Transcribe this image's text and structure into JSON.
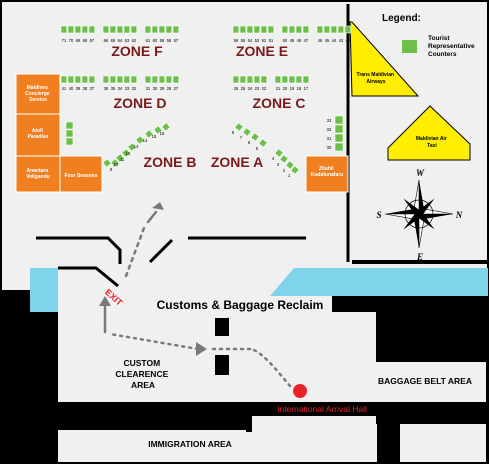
{
  "legend": {
    "title": "Legend:",
    "item_label": "Tourist Representative Counters",
    "item_label_lines": [
      "Tourist",
      "Representative",
      "Counters"
    ],
    "counter_color": "#6cc04a"
  },
  "colors": {
    "floor": "#f0f0f0",
    "zone_text": "#7a1a1a",
    "orange": "#f07f1f",
    "yellow": "#ffee00",
    "water": "#7fd3ea",
    "wall": "#000000",
    "red": "#e8232a",
    "arrow": "#7a7a7a"
  },
  "zones": [
    {
      "id": "f",
      "label": "ZONE F"
    },
    {
      "id": "e",
      "label": "ZONE E"
    },
    {
      "id": "d",
      "label": "ZONE D"
    },
    {
      "id": "c",
      "label": "ZONE C"
    },
    {
      "id": "b",
      "label": "ZONE B"
    },
    {
      "id": "a",
      "label": "ZONE A"
    }
  ],
  "counter_rows": {
    "zone_f": [
      "71",
      "70",
      "69",
      "68",
      "67",
      "",
      "66",
      "65",
      "64",
      "63",
      "62",
      "",
      "61",
      "60",
      "59",
      "58",
      "57"
    ],
    "zone_e": [
      "56",
      "55",
      "54",
      "53",
      "52",
      "51",
      "",
      "50",
      "49",
      "48",
      "47",
      "",
      "46",
      "45",
      "44",
      "43",
      "42"
    ],
    "zone_d": [
      "41",
      "40",
      "39",
      "38",
      "37",
      "",
      "36",
      "35",
      "34",
      "33",
      "32",
      "",
      "31",
      "30",
      "29",
      "28",
      "27"
    ],
    "zone_c": [
      "26",
      "25",
      "24",
      "23",
      "22",
      "",
      "21",
      "20",
      "19",
      "18",
      "17"
    ],
    "zone_b": [
      "9",
      "10",
      "11",
      "12",
      "13",
      "14",
      "15",
      "16"
    ],
    "zone_a": [
      "8",
      "7",
      "6",
      "5",
      "4",
      "3",
      "2",
      "1"
    ],
    "right_column": [
      "33",
      "32",
      "31",
      "30"
    ]
  },
  "operators_left": [
    {
      "id": "maldives-concierge",
      "label_lines": [
        "Maldives",
        "Concierge",
        "Service"
      ]
    },
    {
      "id": "atoll-paradise",
      "label_lines": [
        "Atoll",
        "Paradise"
      ]
    },
    {
      "id": "anantara-veligandu",
      "label_lines": [
        "Anantara",
        "Veligandu"
      ]
    },
    {
      "id": "four-seasons",
      "label_lines": [
        "Four Seasons"
      ]
    }
  ],
  "operators_right": [
    {
      "id": "trans-maldivian",
      "label_lines": [
        "Trans Maldivian",
        "Airways"
      ]
    },
    {
      "id": "maldivian-air-taxi",
      "label_lines": [
        "Maldivian Air",
        "Taxi"
      ]
    },
    {
      "id": "zitahli",
      "label_lines": [
        "Zitahli",
        "Kudafunafaru"
      ]
    }
  ],
  "compass": [
    "N",
    "S",
    "E",
    "W"
  ],
  "areas": {
    "exit": "EXIT",
    "customs_baggage": "Customs & Baggage Reclaim",
    "custom_clearance_lines": [
      "CUSTOM",
      "CLEARENCE",
      "AREA"
    ],
    "baggage_belt": "BAGGAGE BELT AREA",
    "immigration": "IMMIGRATION AREA",
    "arrival_hall": "International Arrival Hall"
  }
}
